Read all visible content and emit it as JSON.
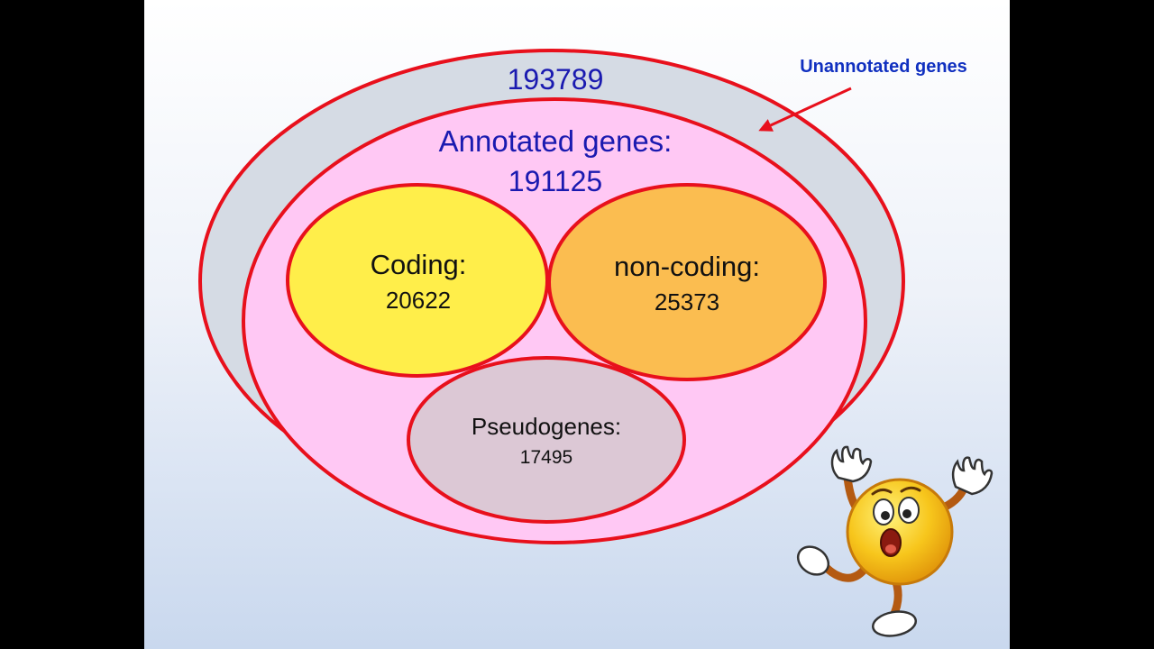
{
  "diagram": {
    "total": {
      "value": "193789"
    },
    "unannotated": {
      "label": "Unannotated genes"
    },
    "annotated": {
      "label": "Annotated genes:",
      "value": "191125"
    },
    "coding": {
      "label": "Coding:",
      "value": "20622"
    },
    "noncoding": {
      "label": "non-coding:",
      "value": "25373"
    },
    "pseudogenes": {
      "label": "Pseudogenes:",
      "value": "17495"
    }
  },
  "colors": {
    "outline": "#e8101c",
    "outer_fill": "#d5dbe4",
    "annotated_fill": "#ffc8f4",
    "coding_fill": "#ffee4a",
    "noncoding_fill": "#fbbd50",
    "pseudogenes_fill": "#dcc8d5",
    "number_text": "#1a1ab0",
    "callout_text": "#1030c0"
  },
  "mascot": {
    "icon": "surprised-emoji-mascot-icon"
  }
}
